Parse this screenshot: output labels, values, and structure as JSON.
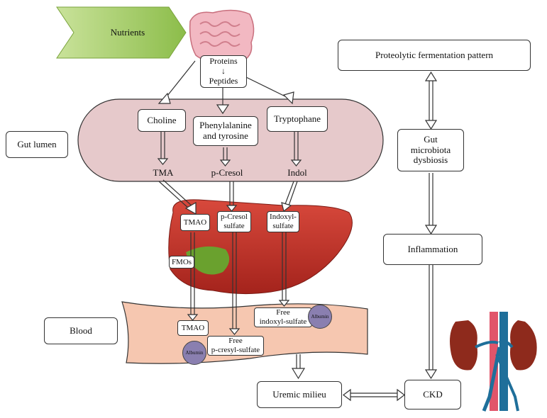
{
  "nutrients": "Nutrients",
  "proteins": "Proteins\n↓\nPeptides",
  "choline": "Choline",
  "phe_tyr": "Phenylalanine\nand tyrosine",
  "tryptophane": "Tryptophane",
  "tma": "TMA",
  "p_cresol": "p-Cresol",
  "indol": "Indol",
  "gut_lumen": "Gut lumen",
  "tmao_liver": "TMAO",
  "pcs_liver": "p-Cresol\nsulfate",
  "indoxyl_liver": "Indoxyl-\nsulfate",
  "fmos": "FMOs",
  "blood": "Blood",
  "tmao_blood": "TMAO",
  "albumin": "Albumin",
  "free_indoxyl": "Free\nindoxyl-sulfate",
  "free_pcs": "Free\np-cresyl-sulfate",
  "uremic": "Uremic milieu",
  "ckd": "CKD",
  "proteolytic": "Proteolytic fermentation pattern",
  "dysbiosis": "Gut\nmicrobiota\ndysbiosis",
  "inflammation": "Inflammation",
  "colors": {
    "lumen_fill": "#e6c9cb",
    "liver": "#c0392b",
    "liver_dark": "#8e1e1a",
    "bile": "#6aa12e",
    "blood_fill": "#f6c7b0",
    "albumin": "#8a7fb0",
    "arrow_green": "#9cc65a",
    "intestine": "#f2b8c2"
  }
}
